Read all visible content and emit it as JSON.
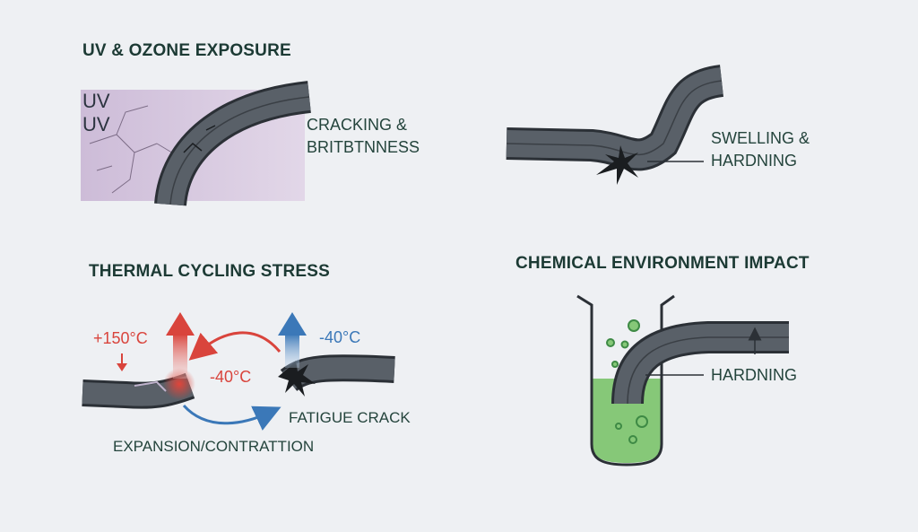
{
  "uv_panel": {
    "heading": "UV & OZONE EXPOSURE",
    "uv_lines": [
      "UV",
      "UV"
    ],
    "caption_lines": [
      "CRACKING &",
      "BRITBTNNESS"
    ]
  },
  "swelling_panel": {
    "caption_lines": [
      "SWELLING &",
      "HARDNING"
    ]
  },
  "thermal_panel": {
    "heading": "THERMAL CYCLING STRESS",
    "hot_temp": "+150°C",
    "cold_temp_center": "-40°C",
    "cold_temp_right": "-40°C",
    "fatigue_label": "FATIGUE CRACK",
    "expansion_label": "EXPANSION/CONTRATTION"
  },
  "chemical_panel": {
    "heading": "CHEMICAL ENVIRONMENT IMPACT",
    "caption": "HARDNING"
  },
  "colors": {
    "hose": "#596068",
    "hose_outline": "#2b3036",
    "uv_purple": "#d4c4dc",
    "hot_red": "#d9443c",
    "cold_blue": "#3b78b8",
    "liquid_green": "#86c878",
    "heading_text": "#1c3a34"
  }
}
